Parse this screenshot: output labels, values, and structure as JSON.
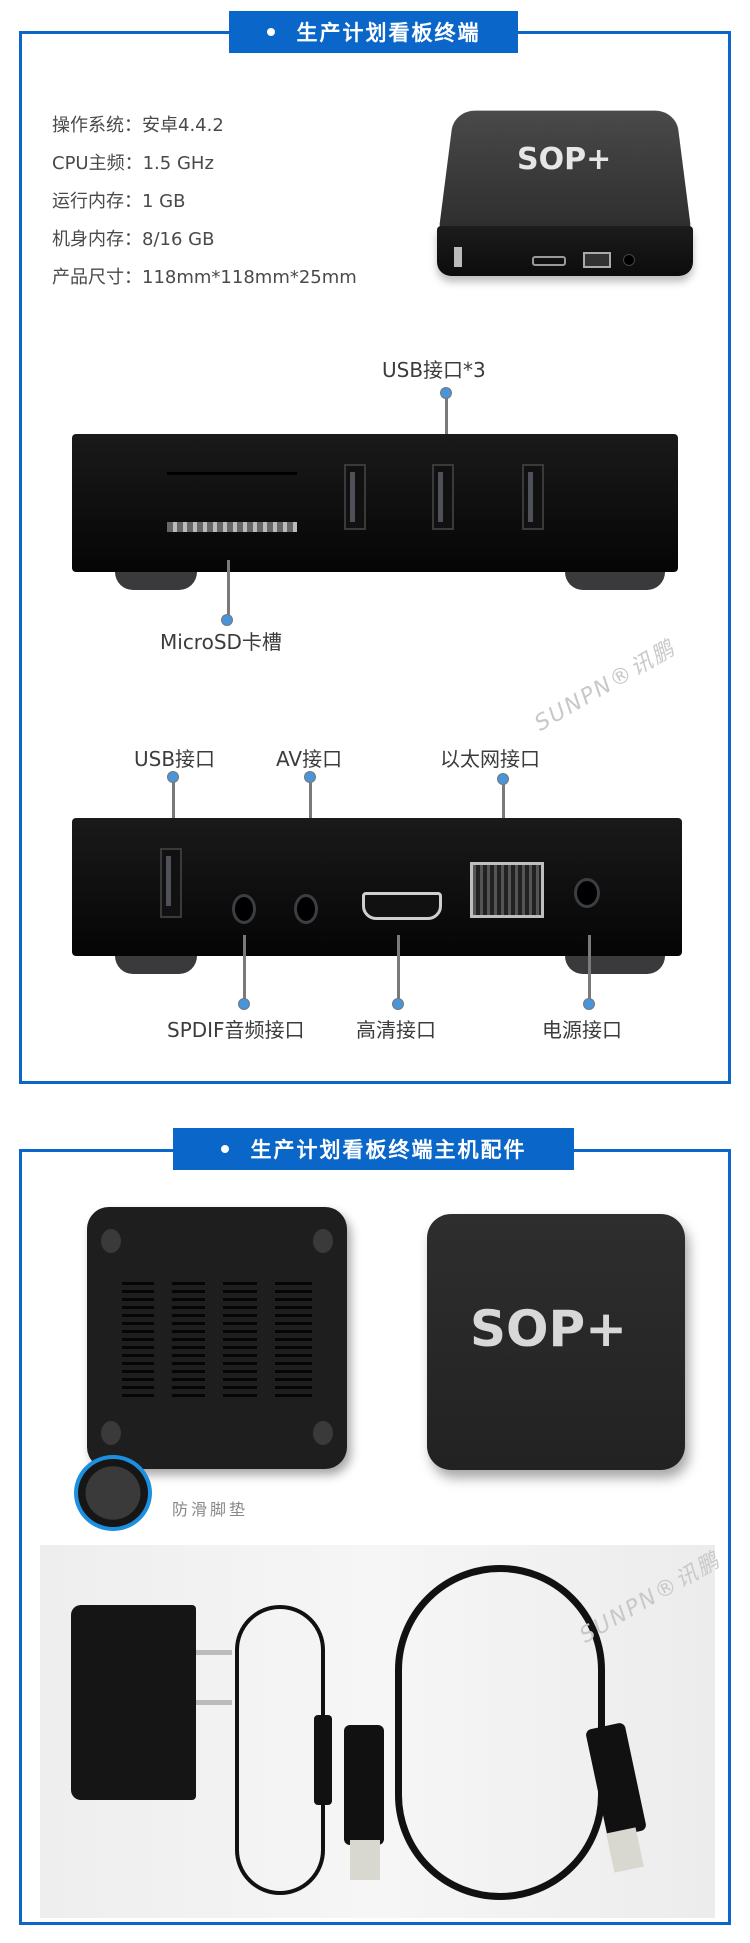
{
  "section1": {
    "banner_title": "生产计划看板终端",
    "specs": [
      {
        "label": "操作系统：",
        "value": "安卓4.4.2"
      },
      {
        "label": "CPU主频：",
        "value": "1.5 GHz"
      },
      {
        "label": "运行内存：",
        "value": "1 GB"
      },
      {
        "label": "机身内存：",
        "value": "8/16 GB"
      },
      {
        "label": "产品尺寸：",
        "value": "118mm*118mm*25mm"
      }
    ],
    "device_logo": "SOP+",
    "front_panel": {
      "labels": {
        "usb3": "USB接口*3",
        "microsd": "MicroSD卡槽"
      }
    },
    "back_panel": {
      "labels": {
        "usb": "USB接口",
        "av": "AV接口",
        "ethernet": "以太网接口",
        "spdif": "SPDIF音频接口",
        "hdmi": "高清接口",
        "power": "电源接口"
      }
    },
    "watermark": "SUNPN®讯鹏"
  },
  "section2": {
    "banner_title": "生产计划看板终端主机配件",
    "device_logo": "SOP+",
    "foot_pad_label": "防滑脚垫",
    "watermark": "SUNPN®讯鹏"
  },
  "colors": {
    "accent": "#0a66c8",
    "pin": "#4a95d9",
    "device": "#1a1a1a"
  }
}
